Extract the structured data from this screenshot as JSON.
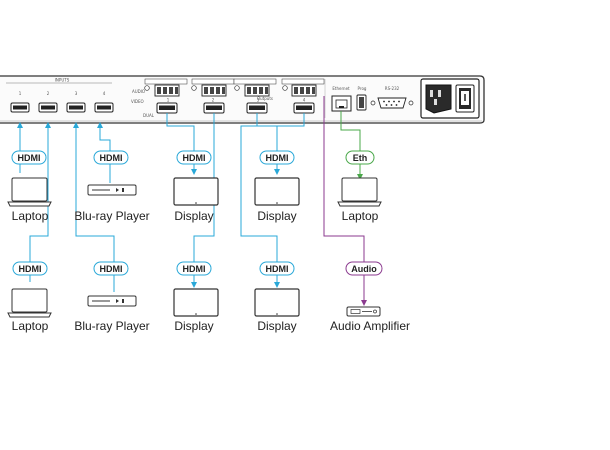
{
  "panel": {
    "inputs_label": "INPUTS",
    "input_numbers": [
      "1",
      "2",
      "3",
      "4"
    ],
    "audio_label": "AUDIO",
    "video_label": "VIDEO",
    "dual_label": "DUAL",
    "outputs_label": "Outputs",
    "port_numbers": [
      "1",
      "2",
      "3",
      "4"
    ],
    "ethernet_label": "Ethernet",
    "prog_label": "Prog",
    "rs232_label": "RS-232"
  },
  "tags": {
    "hdmi": "HDMI",
    "eth": "Eth",
    "audio": "Audio"
  },
  "devices": {
    "laptop_top_left": "Laptop",
    "bluray_top": "Blu-ray Player",
    "display_top_1": "Display",
    "display_top_2": "Display",
    "laptop_eth": "Laptop",
    "laptop_bottom_left": "Laptop",
    "bluray_bottom": "Blu-ray Player",
    "display_bottom_1": "Display",
    "display_bottom_2": "Display",
    "audio_amp": "Audio Amplifier"
  },
  "colors": {
    "hdmi_line": "#29a8d8",
    "eth_line": "#4aa84a",
    "audio_line": "#8b3a8f",
    "panel_edge": "#333333"
  }
}
